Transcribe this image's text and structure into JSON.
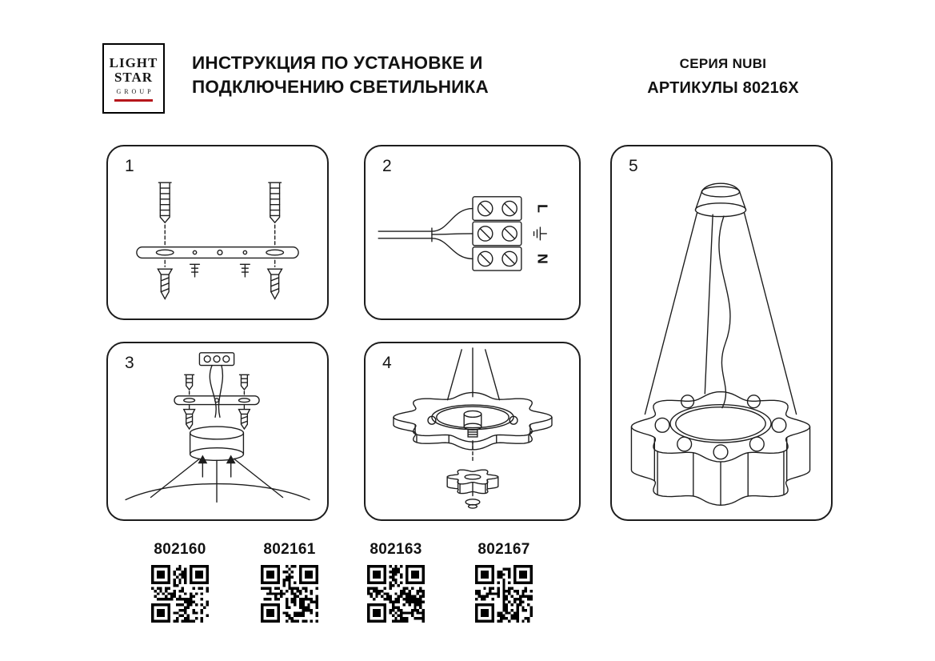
{
  "colors": {
    "accent_red": "#b6161b",
    "ink": "#1a1a1a"
  },
  "header": {
    "logo": {
      "line1": "LIGHT",
      "line2": "STAR",
      "line3": "GROUP"
    },
    "title_line1": "ИНСТРУКЦИЯ ПО УСТАНОВКЕ И",
    "title_line2": "ПОДКЛЮЧЕНИЮ СВЕТИЛЬНИКА",
    "series": "СЕРИЯ NUBI",
    "articles": "АРТИКУЛЫ 80216X"
  },
  "steps": [
    {
      "number": "1"
    },
    {
      "number": "2"
    },
    {
      "number": "3"
    },
    {
      "number": "4"
    },
    {
      "number": "5"
    }
  ],
  "wiring": {
    "line_label": "L",
    "neutral_label": "N",
    "ground_icon": "earth-ground-icon"
  },
  "articles": [
    {
      "code": "802160",
      "qr_icon": "qr-code"
    },
    {
      "code": "802161",
      "qr_icon": "qr-code"
    },
    {
      "code": "802163",
      "qr_icon": "qr-code"
    },
    {
      "code": "802167",
      "qr_icon": "qr-code"
    }
  ]
}
